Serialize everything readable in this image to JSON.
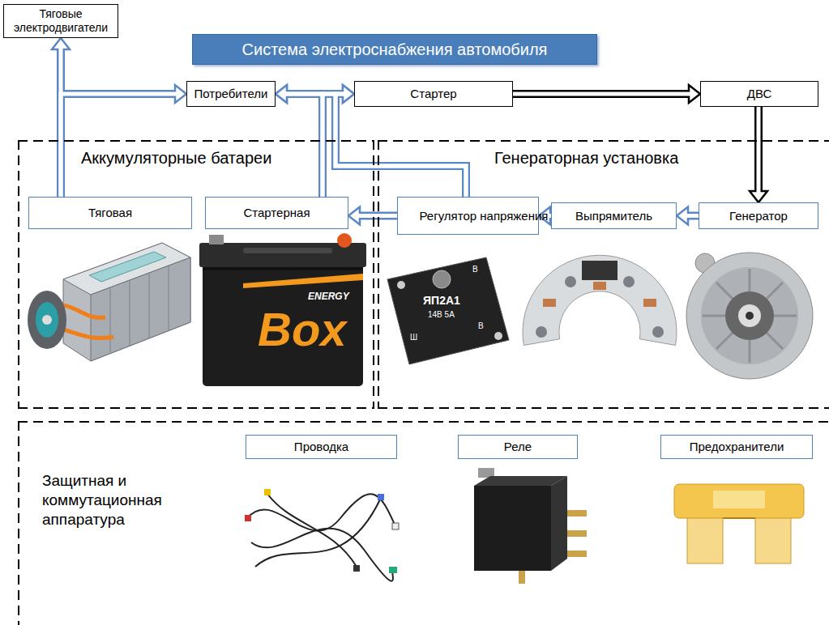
{
  "diagram": {
    "title": "Система электроснабжения автомобиля",
    "nodes": [
      {
        "text": [
          "Тяговые электродвигатели"
        ]
      },
      {
        "text": [
          "Потребители"
        ]
      },
      {
        "text": [
          "Стартер"
        ]
      },
      {
        "text": [
          "ДВС"
        ]
      },
      {
        "text": [
          "Аккумуляторные батареи"
        ]
      },
      {
        "text": [
          "Тяговая"
        ],
        "in": 4
      },
      {
        "text": [
          "Стартерная"
        ],
        "in": 4
      },
      {
        "text": [
          "Генераторная установка"
        ]
      },
      {
        "text": [
          "Регулятор напряжения"
        ],
        "in": 7
      },
      {
        "text": [
          "Выпрямитель"
        ],
        "in": 7
      },
      {
        "text": [
          "Генератор"
        ],
        "in": 7
      },
      {
        "text": [
          "Защитная и коммутационная аппаратура"
        ]
      },
      {
        "text": [
          "Проводка"
        ],
        "in": 11
      },
      {
        "text": [
          "Реле"
        ],
        "in": 11
      },
      {
        "text": [
          "Предохранители"
        ],
        "in": 11
      }
    ],
    "edges": [
      {
        "from": 5,
        "to": 0,
        "arrow": "to"
      },
      {
        "from": 5,
        "to": 1,
        "arrow": "to"
      },
      {
        "from": 6,
        "to": 1,
        "arrow": "to"
      },
      {
        "from": 6,
        "to": 2,
        "arrow": "to"
      },
      {
        "from": 8,
        "to": 1,
        "arrow": "to"
      },
      {
        "from": 8,
        "to": 2,
        "arrow": "to"
      },
      {
        "from": 2,
        "to": 3,
        "arrow": "to"
      },
      {
        "from": 3,
        "to": 10,
        "arrow": "to"
      },
      {
        "from": 10,
        "to": 9,
        "arrow": "to"
      },
      {
        "from": 9,
        "to": 8,
        "arrow": "to"
      },
      {
        "from": 8,
        "to": 6,
        "arrow": "to"
      }
    ],
    "labels": [
      "ENERGY",
      "Box",
      "ЯП2А1",
      "14В 5А",
      "Ш",
      "В",
      "В"
    ]
  }
}
